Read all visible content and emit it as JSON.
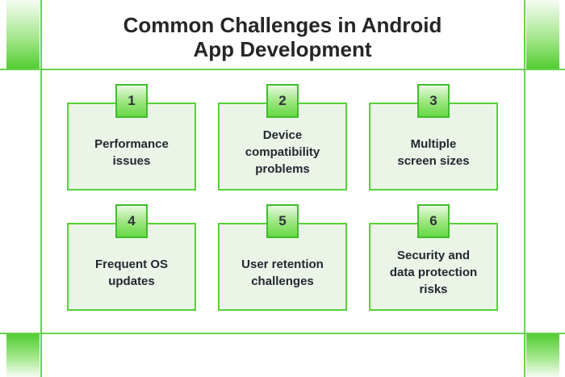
{
  "title": "Common Challenges in Android\nApp Development",
  "cards": [
    {
      "number": "1",
      "label": "Performance\nissues"
    },
    {
      "number": "2",
      "label": "Device\ncompatibility\nproblems"
    },
    {
      "number": "3",
      "label": "Multiple\nscreen sizes"
    },
    {
      "number": "4",
      "label": "Frequent OS\nupdates"
    },
    {
      "number": "5",
      "label": "User retention\nchallenges"
    },
    {
      "number": "6",
      "label": "Security and\ndata protection\nrisks"
    }
  ],
  "colors": {
    "frame_line_green": "#68d24f",
    "card_border_green": "#57d138",
    "card_background_mint": "#ebf5e7",
    "badge_border_green": "#3fbe2b",
    "badge_gradient_top": "#e9f8e2",
    "badge_gradient_bottom": "#67d845",
    "corner_gradient_solid": "#53cd33",
    "title_text": "#262626",
    "card_text": "#222831"
  }
}
